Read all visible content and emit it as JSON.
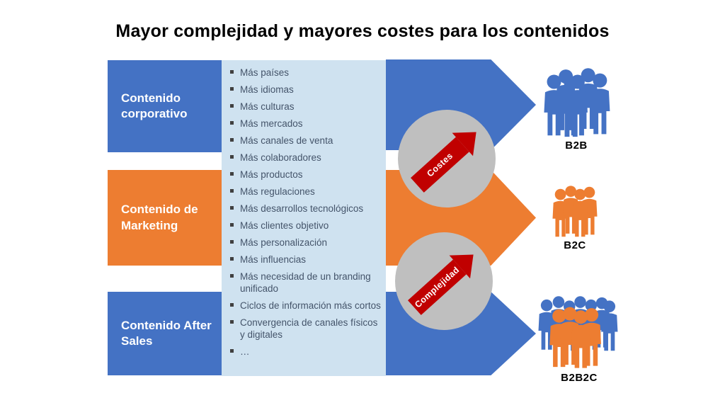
{
  "title": "Mayor complejidad y mayores costes para los contenidos",
  "content_blocks": [
    {
      "label": "Contenido corporativo"
    },
    {
      "label": "Contenido de Marketing"
    },
    {
      "label": "Contenido After Sales"
    }
  ],
  "drivers": {
    "items": [
      "Más países",
      "Más idiomas",
      "Más culturas",
      "Más mercados",
      "Más canales de venta",
      "Más colaboradores",
      "Más productos",
      "Más regulaciones",
      "Más desarrollos tecnológicos",
      "Más clientes objetivo",
      "Más personalización",
      "Más influencias",
      "Más necesidad de un branding unificado",
      "Ciclos de información más cortos",
      "Convergencia de canales físicos y digitales",
      "…"
    ]
  },
  "badges": [
    {
      "label": "Costes"
    },
    {
      "label": "Complejidad"
    }
  ],
  "audiences": [
    {
      "label": "B2B"
    },
    {
      "label": "B2C"
    },
    {
      "label": "B2B2C"
    }
  ],
  "colors": {
    "blue": "#4472C4",
    "orange": "#ED7D31",
    "panel_light_blue": "#CFE2F0",
    "circle_gray": "#BFBFBF",
    "arrow_red": "#C00000",
    "list_text": "#44546A",
    "title_text": "#000000"
  }
}
